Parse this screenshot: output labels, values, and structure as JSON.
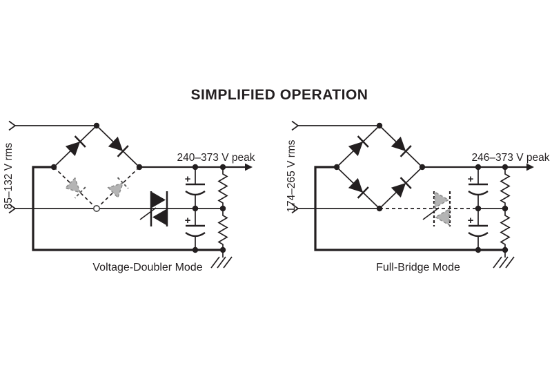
{
  "title": "SIMPLIFIED OPERATION",
  "colors": {
    "ink": "#231f20",
    "inactive_fill": "#b4b4b4",
    "inactive_stroke": "#8a8a8a",
    "background": "#ffffff"
  },
  "circuits": {
    "left": {
      "id": "voltage-doubler",
      "input_label": "85–132 V rms",
      "output_label": "240–373 V peak",
      "mode_label": "Voltage-Doubler Mode",
      "cap_plus": [
        "+",
        "+"
      ],
      "triac_active": true,
      "lower_bridge_diodes_active": false
    },
    "right": {
      "id": "full-bridge",
      "input_label": "174–265 V rms",
      "output_label": "246–373 V peak",
      "mode_label": "Full-Bridge Mode",
      "cap_plus": [
        "+",
        "+"
      ],
      "triac_active": false,
      "lower_bridge_diodes_active": true
    }
  }
}
